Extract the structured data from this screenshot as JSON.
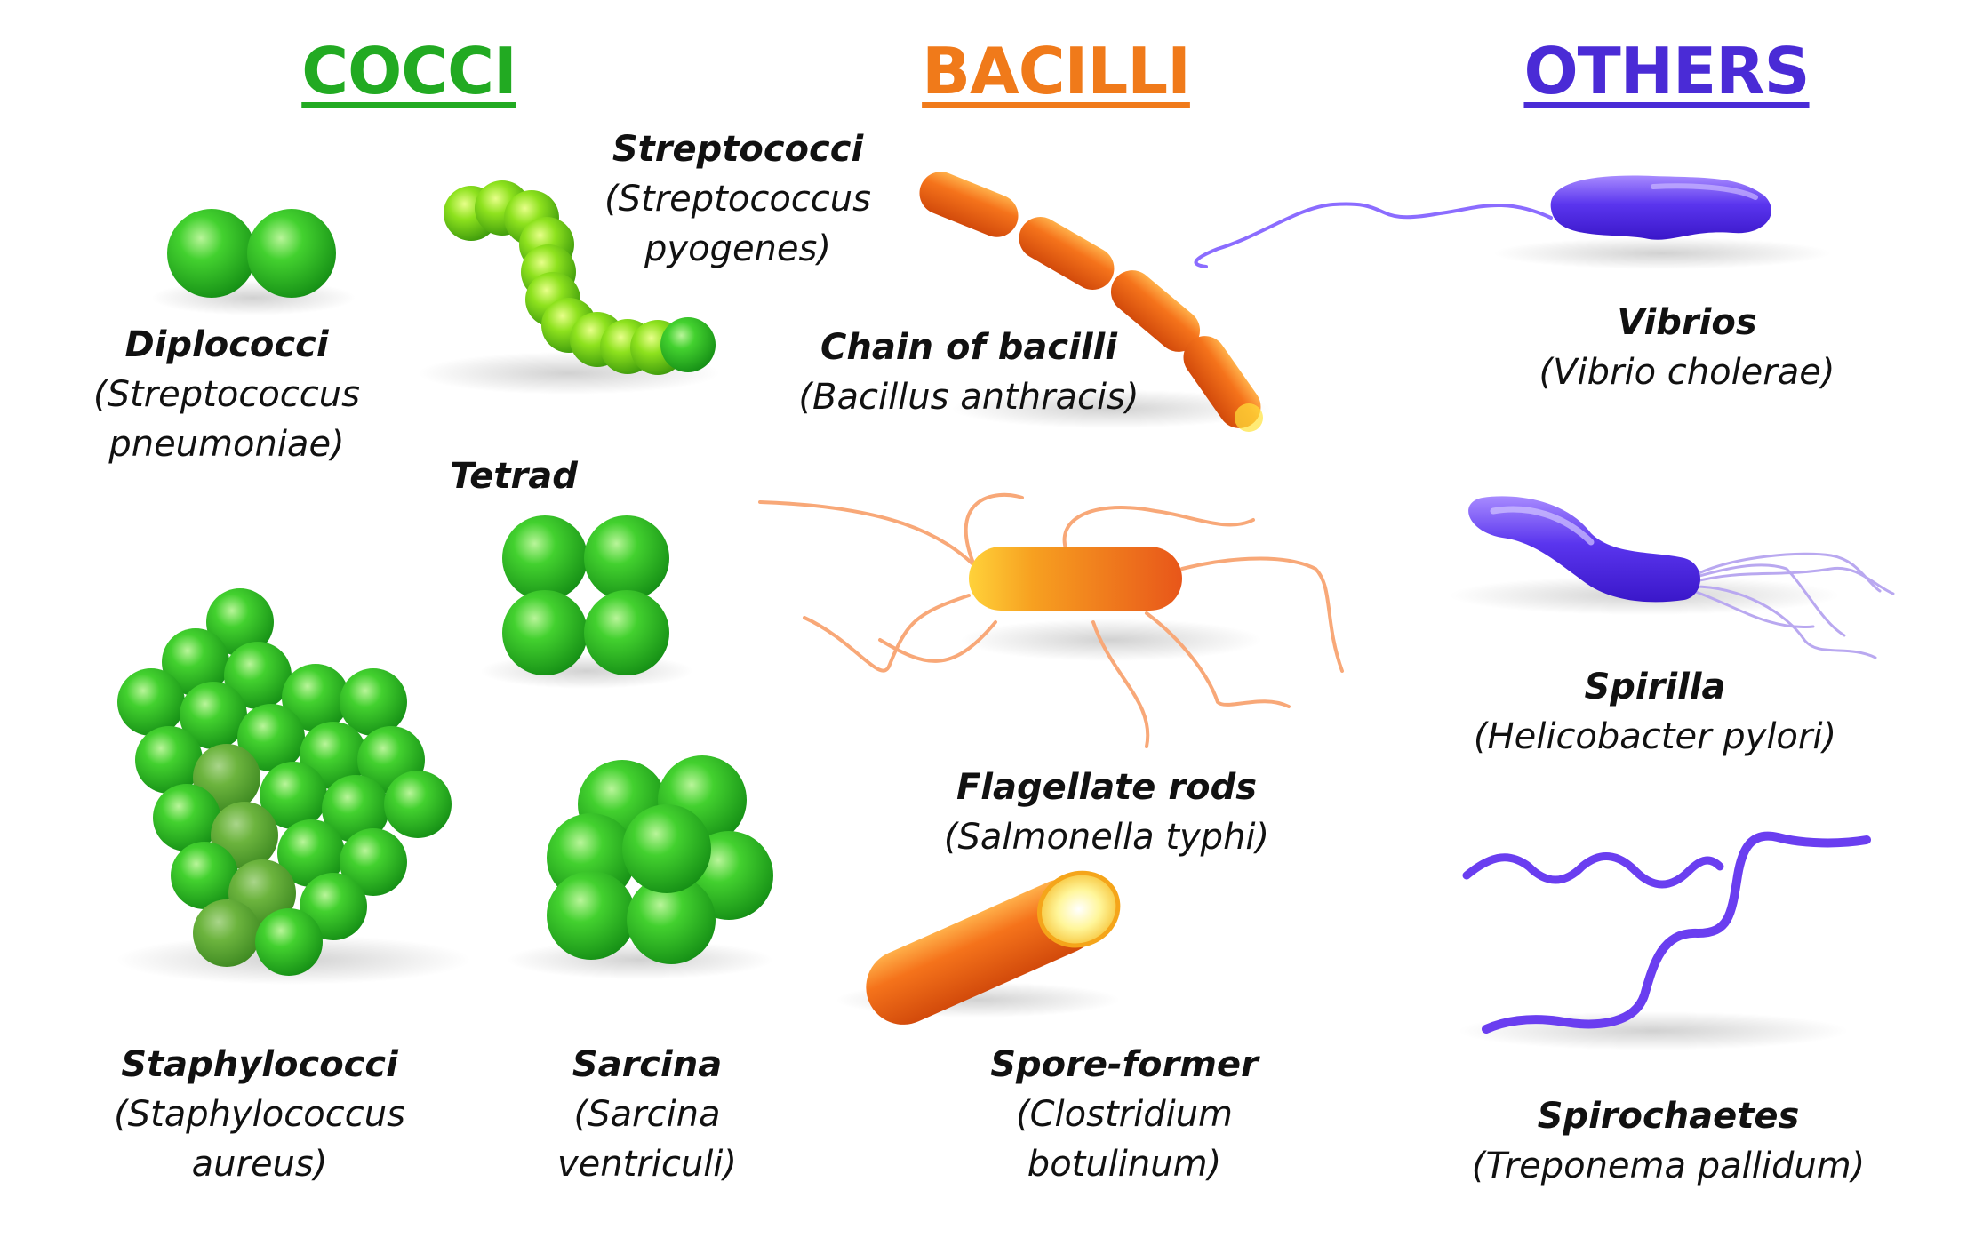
{
  "headers": {
    "cocci": "COCCI",
    "bacilli": "BACILLI",
    "others": "OTHERS"
  },
  "colors": {
    "cocci": "#22aa22",
    "bacilli": "#f07a1a",
    "others": "#4a2bd6"
  },
  "labels": {
    "diplococci": {
      "name": "Diplococci",
      "species": [
        "(Streptococcus",
        "pneumoniae)"
      ]
    },
    "streptococci": {
      "name": "Streptococci",
      "species": [
        "(Streptococcus",
        "pyogenes)"
      ]
    },
    "tetrad": {
      "name": "Tetrad",
      "species": []
    },
    "staphylococci": {
      "name": "Staphylococci",
      "species": [
        "(Staphylococcus",
        "aureus)"
      ]
    },
    "sarcina": {
      "name": "Sarcina",
      "species": [
        "(Sarcina",
        "ventriculi)"
      ]
    },
    "chain_of_bacilli": {
      "name": "Chain of bacilli",
      "species": [
        "(Bacillus anthracis)"
      ]
    },
    "flagellate_rods": {
      "name": "Flagellate rods",
      "species": [
        "(Salmonella typhi)"
      ]
    },
    "spore_former": {
      "name": "Spore-former",
      "species": [
        "(Clostridium",
        "botulinum)"
      ]
    },
    "vibrios": {
      "name": "Vibrios",
      "species": [
        "(Vibrio cholerae)"
      ]
    },
    "spirilla": {
      "name": "Spirilla",
      "species": [
        "(Helicobacter pylori)"
      ]
    },
    "spirochaetes": {
      "name": "Spirochaetes",
      "species": [
        "(Treponema pallidum)"
      ]
    }
  }
}
